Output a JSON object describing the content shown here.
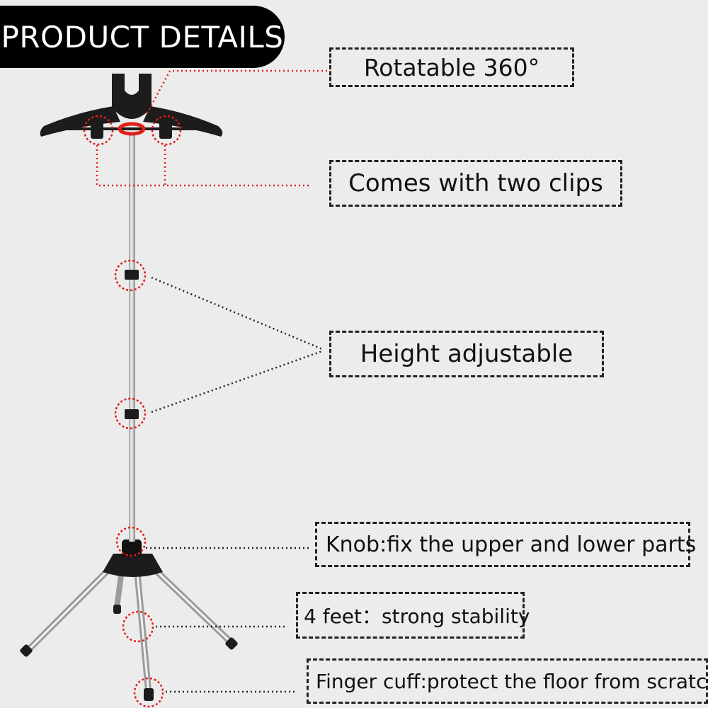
{
  "banner": {
    "title": "PRODUCT DETAILS"
  },
  "callouts": {
    "rotatable": "Rotatable 360°",
    "clips": "Comes with two clips",
    "height": "Height adjustable",
    "knob": "Knob:fix the upper and lower parts",
    "feet": "4 feet：strong stability",
    "cuff": "Finger cuff:protect the floor from scratches"
  },
  "colors": {
    "background": "#ececec",
    "banner": "#000000",
    "highlight_red": "#e0201a",
    "pole": "#d0d0d0",
    "plastic": "#1c1c1c"
  }
}
